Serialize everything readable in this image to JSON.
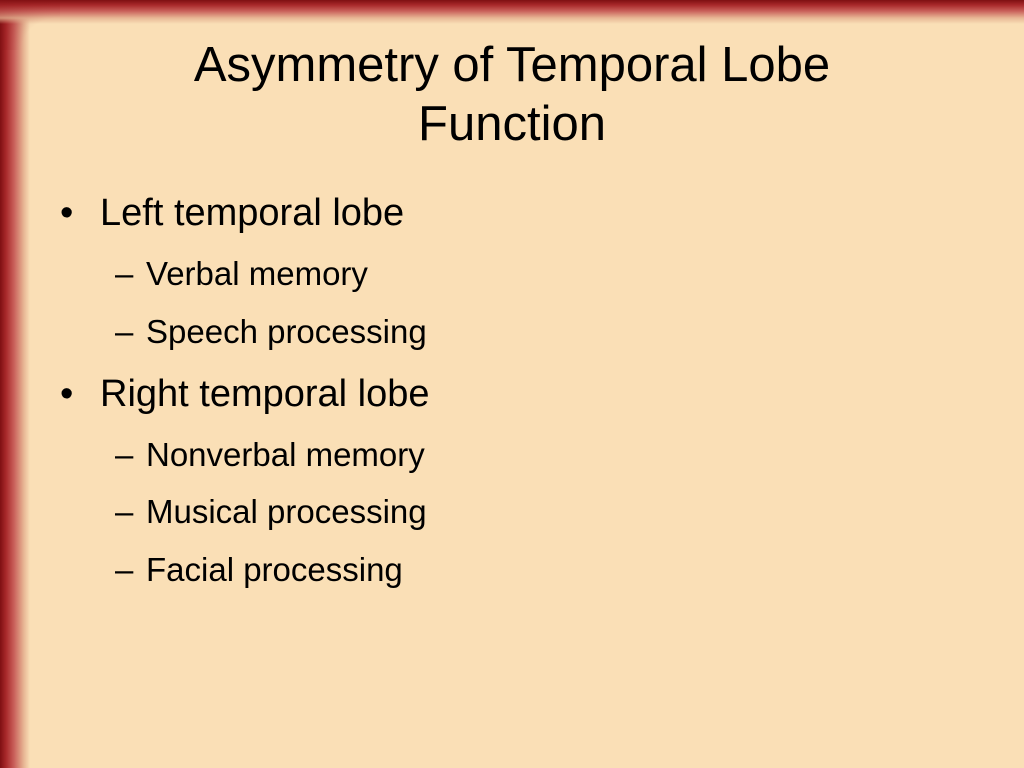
{
  "slide": {
    "title_lines": [
      "Asymmetry of Temporal Lobe",
      "Function"
    ],
    "bullet_glyph": "•",
    "dash_glyph": "–",
    "sections": [
      {
        "label": "Left temporal lobe",
        "items": [
          "Verbal memory",
          "Speech processing"
        ]
      },
      {
        "label": "Right temporal lobe",
        "items": [
          "Nonverbal memory",
          "Musical processing",
          "Facial processing"
        ]
      }
    ]
  },
  "colors": {
    "background": "#fadfb6",
    "frame": "#8c1416",
    "text": "#000000"
  }
}
